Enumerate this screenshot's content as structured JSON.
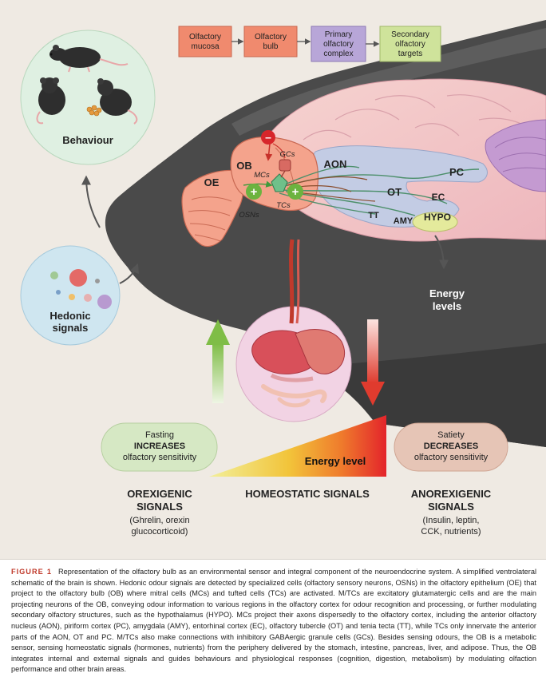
{
  "flow_boxes": [
    {
      "line1": "Olfactory",
      "line2": "mucosa",
      "line3": ""
    },
    {
      "line1": "Olfactory",
      "line2": "bulb",
      "line3": ""
    },
    {
      "line1": "Primary",
      "line2": "olfactory",
      "line3": "complex"
    },
    {
      "line1": "Secondary",
      "line2": "olfactory",
      "line3": "targets"
    }
  ],
  "behaviour": {
    "label": "Behaviour"
  },
  "hedonic": {
    "line1": "Hedonic",
    "line2": "signals"
  },
  "brain_regions": {
    "oe": "OE",
    "ob": "OB",
    "mcs": "MCs",
    "tcs": "TCs",
    "gcs": "GCs",
    "osns": "OSNs",
    "aon": "AON",
    "pc": "PC",
    "ot": "OT",
    "ec": "EC",
    "tt": "TT",
    "amy": "AMY",
    "hypo": "HYPO",
    "minus": "–",
    "plus": "+"
  },
  "energy_levels": {
    "line1": "Energy",
    "line2": "levels"
  },
  "fasting": {
    "line1": "Fasting",
    "line2": "INCREASES",
    "line3": "olfactory sensitivity"
  },
  "satiety": {
    "line1": "Satiety",
    "line2": "DECREASES",
    "line3": "olfactory sensitivity"
  },
  "energy_level_label": "Energy level",
  "orexigenic": {
    "line1": "OREXIGENIC",
    "line2": "SIGNALS",
    "line3": "(Ghrelin, orexin",
    "line4": "glucocorticoid)"
  },
  "homeostatic": {
    "label": "HOMEOSTATIC SIGNALS"
  },
  "anorexigenic": {
    "line1": "ANOREXIGENIC",
    "line2": "SIGNALS",
    "line3": "(Insulin, leptin,",
    "line4": "CCK, nutrients)"
  },
  "colors": {
    "flow_box_orange": "#f08a6e",
    "flow_box_purple": "#b8a6d8",
    "flow_box_green": "#cfe39b",
    "region_salmon": "#f4a38c",
    "region_blue": "#c3cce4",
    "region_yellow": "#e4ea9c",
    "brain_pink": "#f3c2c4",
    "head_dark": "#4a4a4a",
    "circle_green": "#dff0e2",
    "circle_blue": "#cfe6f0",
    "arrow_green": "#7fbd46",
    "arrow_red": "#e03b2e",
    "fasting_fill": "#d6e8c4",
    "satiety_fill": "#e6c5b6"
  },
  "icons": [
    "mouse-icon",
    "food-pellet-icon",
    "plus-icon",
    "minus-icon",
    "stomach-organs-icon"
  ],
  "caption": {
    "label": "FIGURE 1",
    "text": "Representation of the olfactory bulb as an environmental sensor and integral component of the neuroendocrine system. A simplified ventrolateral schematic of the brain is shown. Hedonic odour signals are detected by specialized cells (olfactory sensory neurons, OSNs) in the olfactory epithelium (OE) that project to the olfactory bulb (OB) where mitral cells (MCs) and tufted cells (TCs) are activated. M/TCs are excitatory glutamatergic cells and are the main projecting neurons of the OB, conveying odour information to various regions in the olfactory cortex for odour recognition and processing, or further modulating secondary olfactory structures, such as the hypothalamus (HYPO). MCs project their axons dispersedly to the olfactory cortex, including the anterior olfactory nucleus (AON), piriform cortex (PC), amygdala (AMY), entorhinal cortex (EC), olfactory tubercle (OT) and tenia tecta (TT), while TCs only innervate the anterior parts of the AON, OT and PC. M/TCs also make connections with inhibitory GABAergic granule cells (GCs). Besides sensing odours, the OB is a metabolic sensor, sensing homeostatic signals (hormones, nutrients) from the periphery delivered by the stomach, intestine, pancreas, liver, and adipose. Thus, the OB integrates internal and external signals and guides behaviours and physiological responses (cognition, digestion, metabolism) by modulating olfaction performance and other brain areas."
  }
}
